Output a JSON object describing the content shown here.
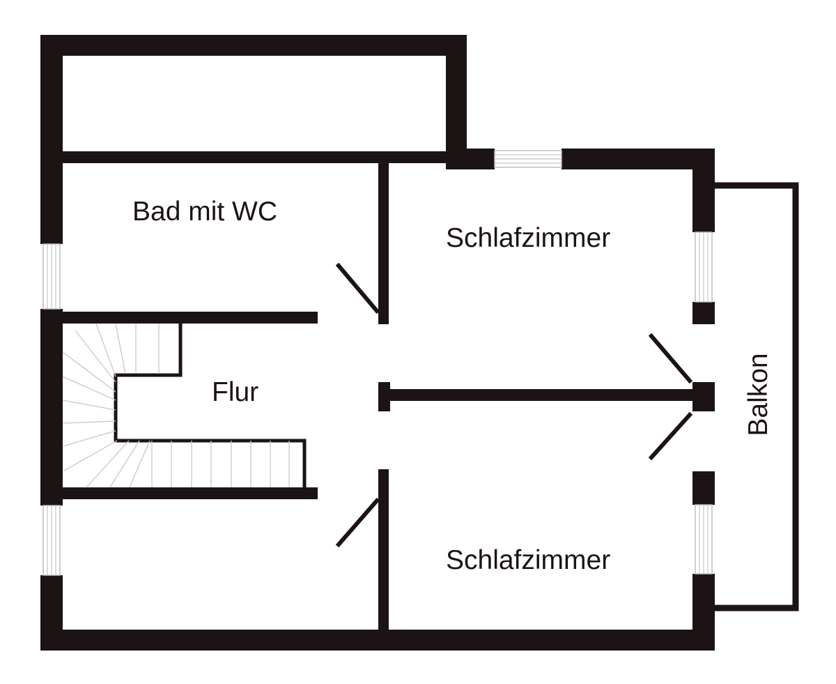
{
  "floorplan": {
    "rooms": {
      "bath": "Bad mit WC",
      "bedroom_top": "Schlafzimmer",
      "hallway": "Flur",
      "bedroom_bottom": "Schlafzimmer",
      "balcony": "Balkon"
    }
  },
  "colors": {
    "wall": "#1c1414",
    "background": "#ffffff",
    "window_lines": "#c4c4c4",
    "stair_lines": "#c8c8c8"
  }
}
